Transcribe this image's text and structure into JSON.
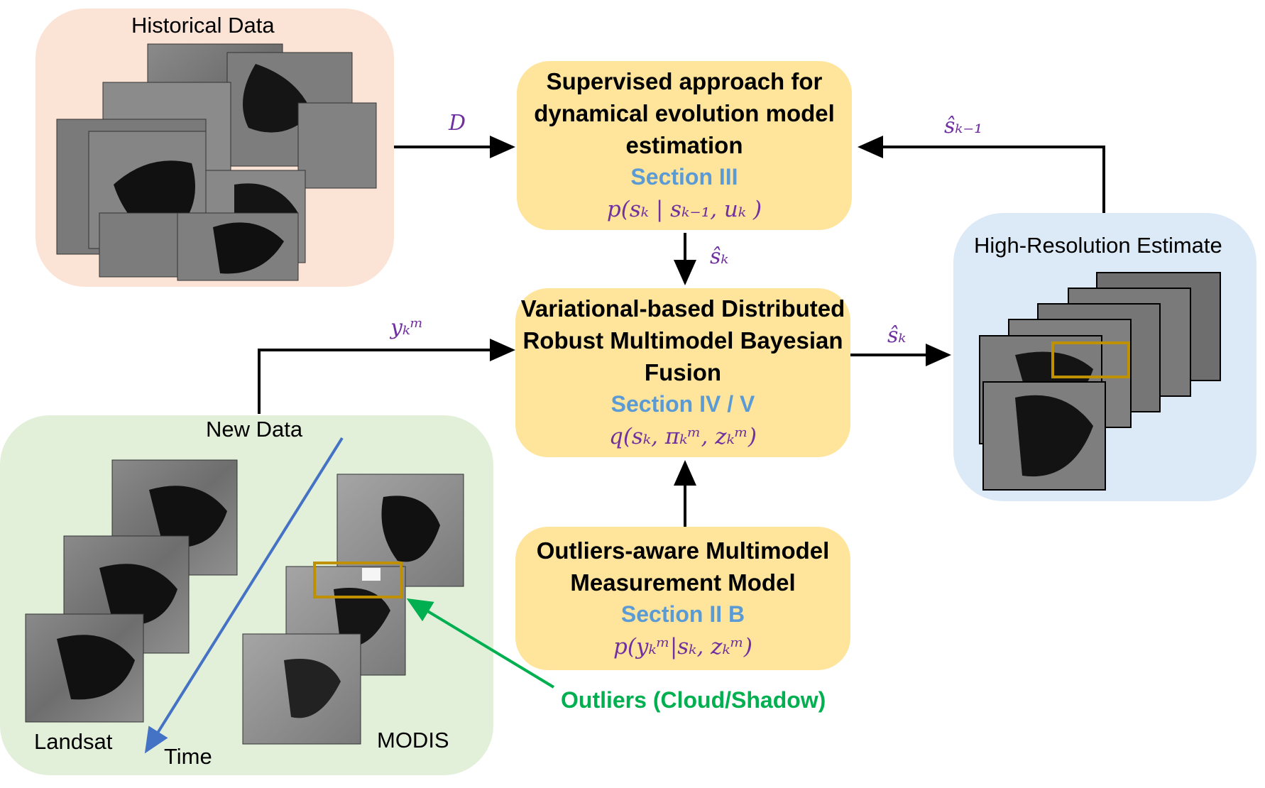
{
  "panels": {
    "historical": {
      "label": "Historical Data",
      "color": "#fbe3d6"
    },
    "new_data": {
      "label": "New Data",
      "color": "#e2efd9",
      "landsat_label": "Landsat",
      "modis_label": "MODIS",
      "time_label": "Time"
    },
    "estimate": {
      "label": "High-Resolution Estimate",
      "color": "#dceaf7"
    }
  },
  "boxes": {
    "supervised": {
      "title_lines": [
        "Supervised approach for",
        "dynamical evolution model",
        "estimation"
      ],
      "section": "Section III",
      "equation": "p(sₖ | sₖ₋₁, uₖ )"
    },
    "fusion": {
      "title_lines": [
        "Variational-based Distributed",
        "Robust Multimodel Bayesian",
        "Fusion"
      ],
      "section": "Section IV / V",
      "equation": "q(sₖ, πₖᵐ, zₖᵐ)"
    },
    "outliers_model": {
      "title_lines": [
        "Outliers-aware Multimodel",
        "Measurement Model"
      ],
      "section": "Section II B",
      "equation": "p(yₖᵐ|sₖ, zₖᵐ)"
    }
  },
  "edge_labels": {
    "d": "D",
    "s_prev": "ŝₖ₋₁",
    "s_hat_down": "ŝₖ",
    "y_m": "yₖᵐ",
    "s_hat_right": "ŝₖ"
  },
  "outliers_label": "Outliers (Cloud/Shadow)",
  "colors": {
    "box_fill": "#ffe49b",
    "section_text": "#5b9bd5",
    "math_text": "#7030a0",
    "outlier_green": "#00b050",
    "time_arrow": "#4472c4",
    "highlight_rect": "#bf9000"
  }
}
